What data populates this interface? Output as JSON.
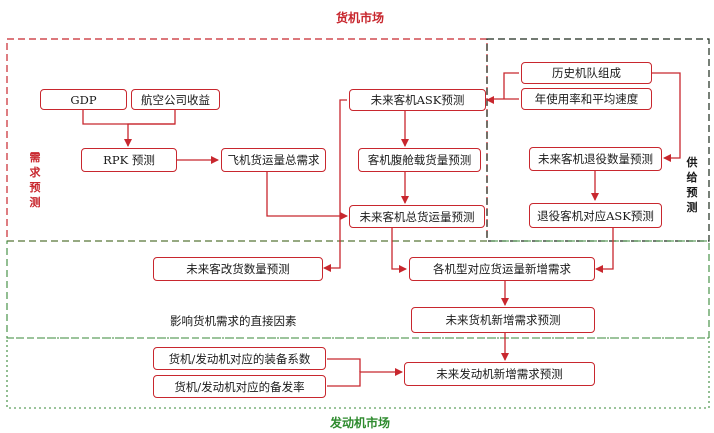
{
  "titles": {
    "cargo_market": "货机市场",
    "engine_market": "发动机市场",
    "demand_forecast": [
      "需",
      "求",
      "预",
      "测"
    ],
    "supply_forecast": [
      "供",
      "给",
      "预",
      "测"
    ]
  },
  "nodes": {
    "gdp": "GDP",
    "airline_revenue": "航空公司收益",
    "rpk_forecast": "RPK 预测",
    "freighter_total_demand": "飞机货运量总需求",
    "passenger_ask_forecast": "未来客机ASK预测",
    "belly_cargo_forecast": "客机腹舱载货量预测",
    "freighter_total_cargo_forecast": "未来客机总货运量预测",
    "fleet_history": "历史机队组成",
    "utilization_speed": "年使用率和平均速度",
    "retirement_forecast": "未来客机退役数量预测",
    "retired_ask_forecast": "退役客机对应ASK预测",
    "conversion_forecast": "未来客改货数量预测",
    "new_cargo_demand_by_type": "各机型对应货运量新增需求",
    "direct_factors": "影响货机需求的直接因素",
    "new_freighter_demand": "未来货机新增需求预测",
    "equipment_coefficient": "货机/发动机对应的装备系数",
    "spare_rate": "货机/发动机对应的备发率",
    "new_engine_demand": "未来发动机新增需求预测"
  },
  "colors": {
    "red_accent": "#c8272e",
    "green_boundary": "#3a8a3a",
    "dark_boundary": "#1d2b1d",
    "engine_title": "#2e8b2e"
  }
}
